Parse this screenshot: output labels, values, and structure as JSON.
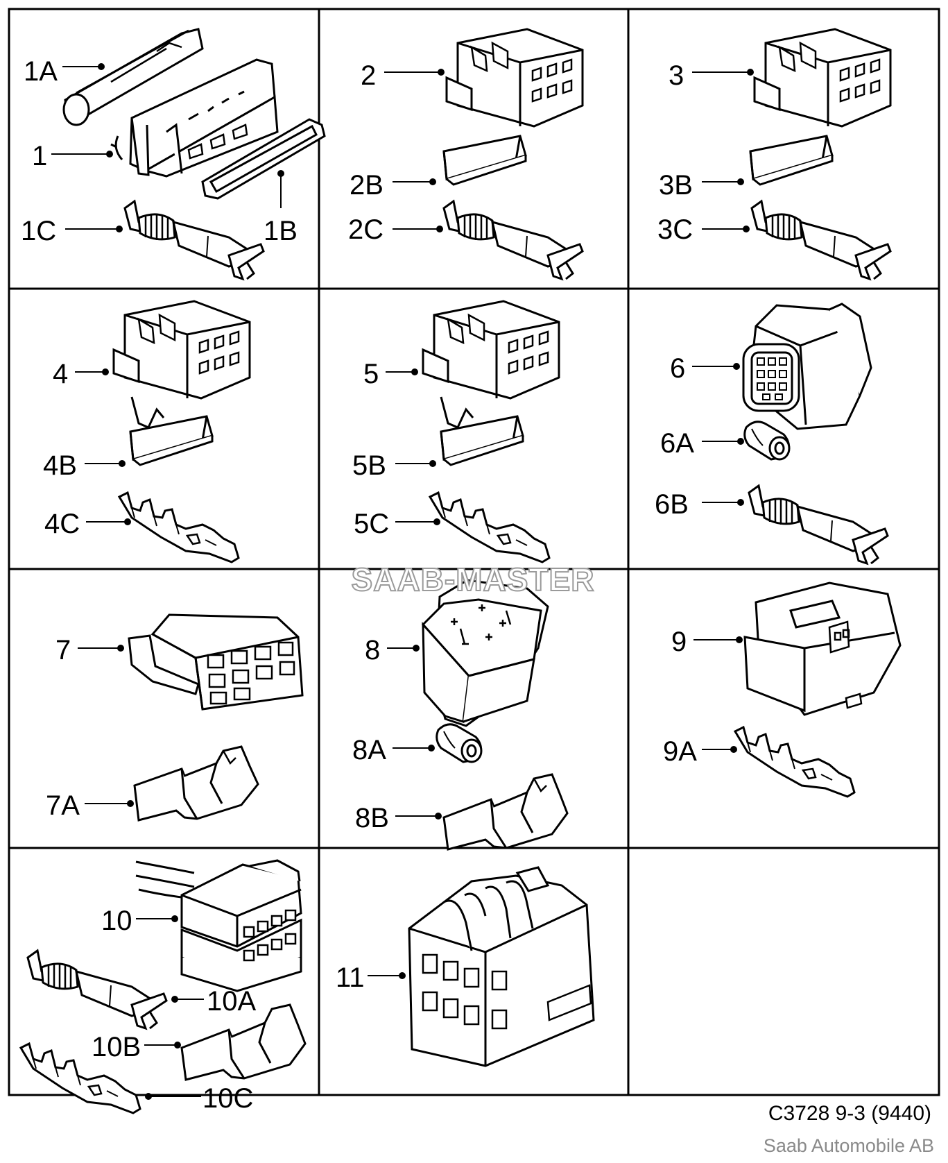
{
  "watermark": "SAAB-MASTER",
  "caption": "C3728 9-3 (9440)",
  "copyright": "Saab Automobile AB",
  "labels": {
    "l1A": "1A",
    "l1": "1",
    "l1C": "1C",
    "l1B": "1B",
    "l2": "2",
    "l2B": "2B",
    "l2C": "2C",
    "l3": "3",
    "l3B": "3B",
    "l3C": "3C",
    "l4": "4",
    "l4B": "4B",
    "l4C": "4C",
    "l5": "5",
    "l5B": "5B",
    "l5C": "5C",
    "l6": "6",
    "l6A": "6A",
    "l6B": "6B",
    "l7": "7",
    "l7A": "7A",
    "l8": "8",
    "l8A": "8A",
    "l8B": "8B",
    "l9": "9",
    "l9A": "9A",
    "l10": "10",
    "l10A": "10A",
    "l10B": "10B",
    "l10C": "10C",
    "l11": "11"
  }
}
